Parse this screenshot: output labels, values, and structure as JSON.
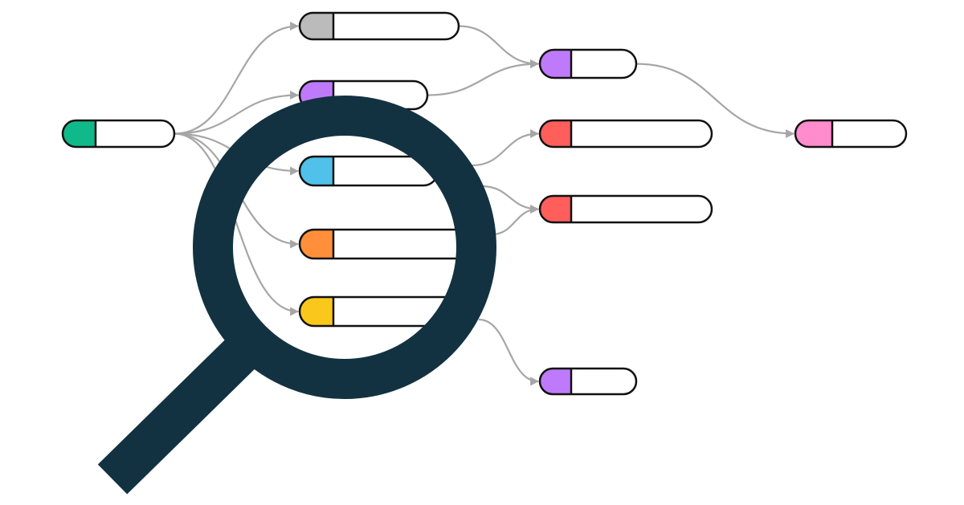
{
  "colors": {
    "background": "#ffffff",
    "edge": "#a6a6a6",
    "outline": "#111111",
    "magnifier": "#133241"
  },
  "nodes": [
    {
      "id": "root",
      "color": "#10b98a"
    },
    {
      "id": "gray",
      "color": "#bbbbbb"
    },
    {
      "id": "purple-a",
      "color": "#bf7afc"
    },
    {
      "id": "blue",
      "color": "#4fc1ea"
    },
    {
      "id": "orange",
      "color": "#ff8f3a"
    },
    {
      "id": "yellow",
      "color": "#f9c81a"
    },
    {
      "id": "purple-b",
      "color": "#bf7afc"
    },
    {
      "id": "red-a",
      "color": "#ff5e5b"
    },
    {
      "id": "red-b",
      "color": "#ff5e5b"
    },
    {
      "id": "pink",
      "color": "#ff8ccc"
    },
    {
      "id": "purple-c",
      "color": "#bf7afc"
    }
  ],
  "edges": [
    [
      "root",
      "gray"
    ],
    [
      "root",
      "purple-a"
    ],
    [
      "root",
      "blue"
    ],
    [
      "root",
      "orange"
    ],
    [
      "root",
      "yellow"
    ],
    [
      "gray",
      "purple-b"
    ],
    [
      "purple-a",
      "purple-b"
    ],
    [
      "blue",
      "red-a"
    ],
    [
      "blue",
      "red-b"
    ],
    [
      "orange",
      "red-b"
    ],
    [
      "yellow",
      "purple-c"
    ],
    [
      "purple-b",
      "pink"
    ]
  ],
  "icon": "magnifying-glass-icon"
}
